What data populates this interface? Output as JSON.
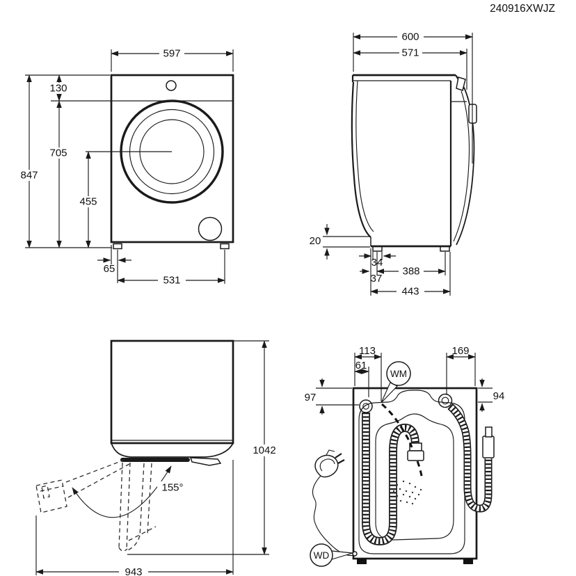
{
  "code": "240916XWJZ",
  "front": {
    "width": "597",
    "top_gap": "130",
    "door_height": "705",
    "height": "847",
    "drum_center_height": "455",
    "foot_edge_offset": "65",
    "foot_span": "531"
  },
  "side": {
    "total_depth": "600",
    "body_depth": "571",
    "base_recess": "20",
    "foot_width": "34",
    "foot_span": "388",
    "foot_front_offset": "37",
    "base_depth": "443"
  },
  "door_open": {
    "opening_angle": "155°",
    "height_door_open": "1042",
    "depth_door_open": "943"
  },
  "rear": {
    "wm_connection_offset": "113",
    "drain_offset": "61",
    "inlet_offset": "169",
    "left_port_drop": "97",
    "right_port_drop": "94",
    "wm_label": "WM",
    "wd_label": "WD"
  },
  "colors": {
    "line": "#1a1a1a",
    "background": "#ffffff"
  }
}
